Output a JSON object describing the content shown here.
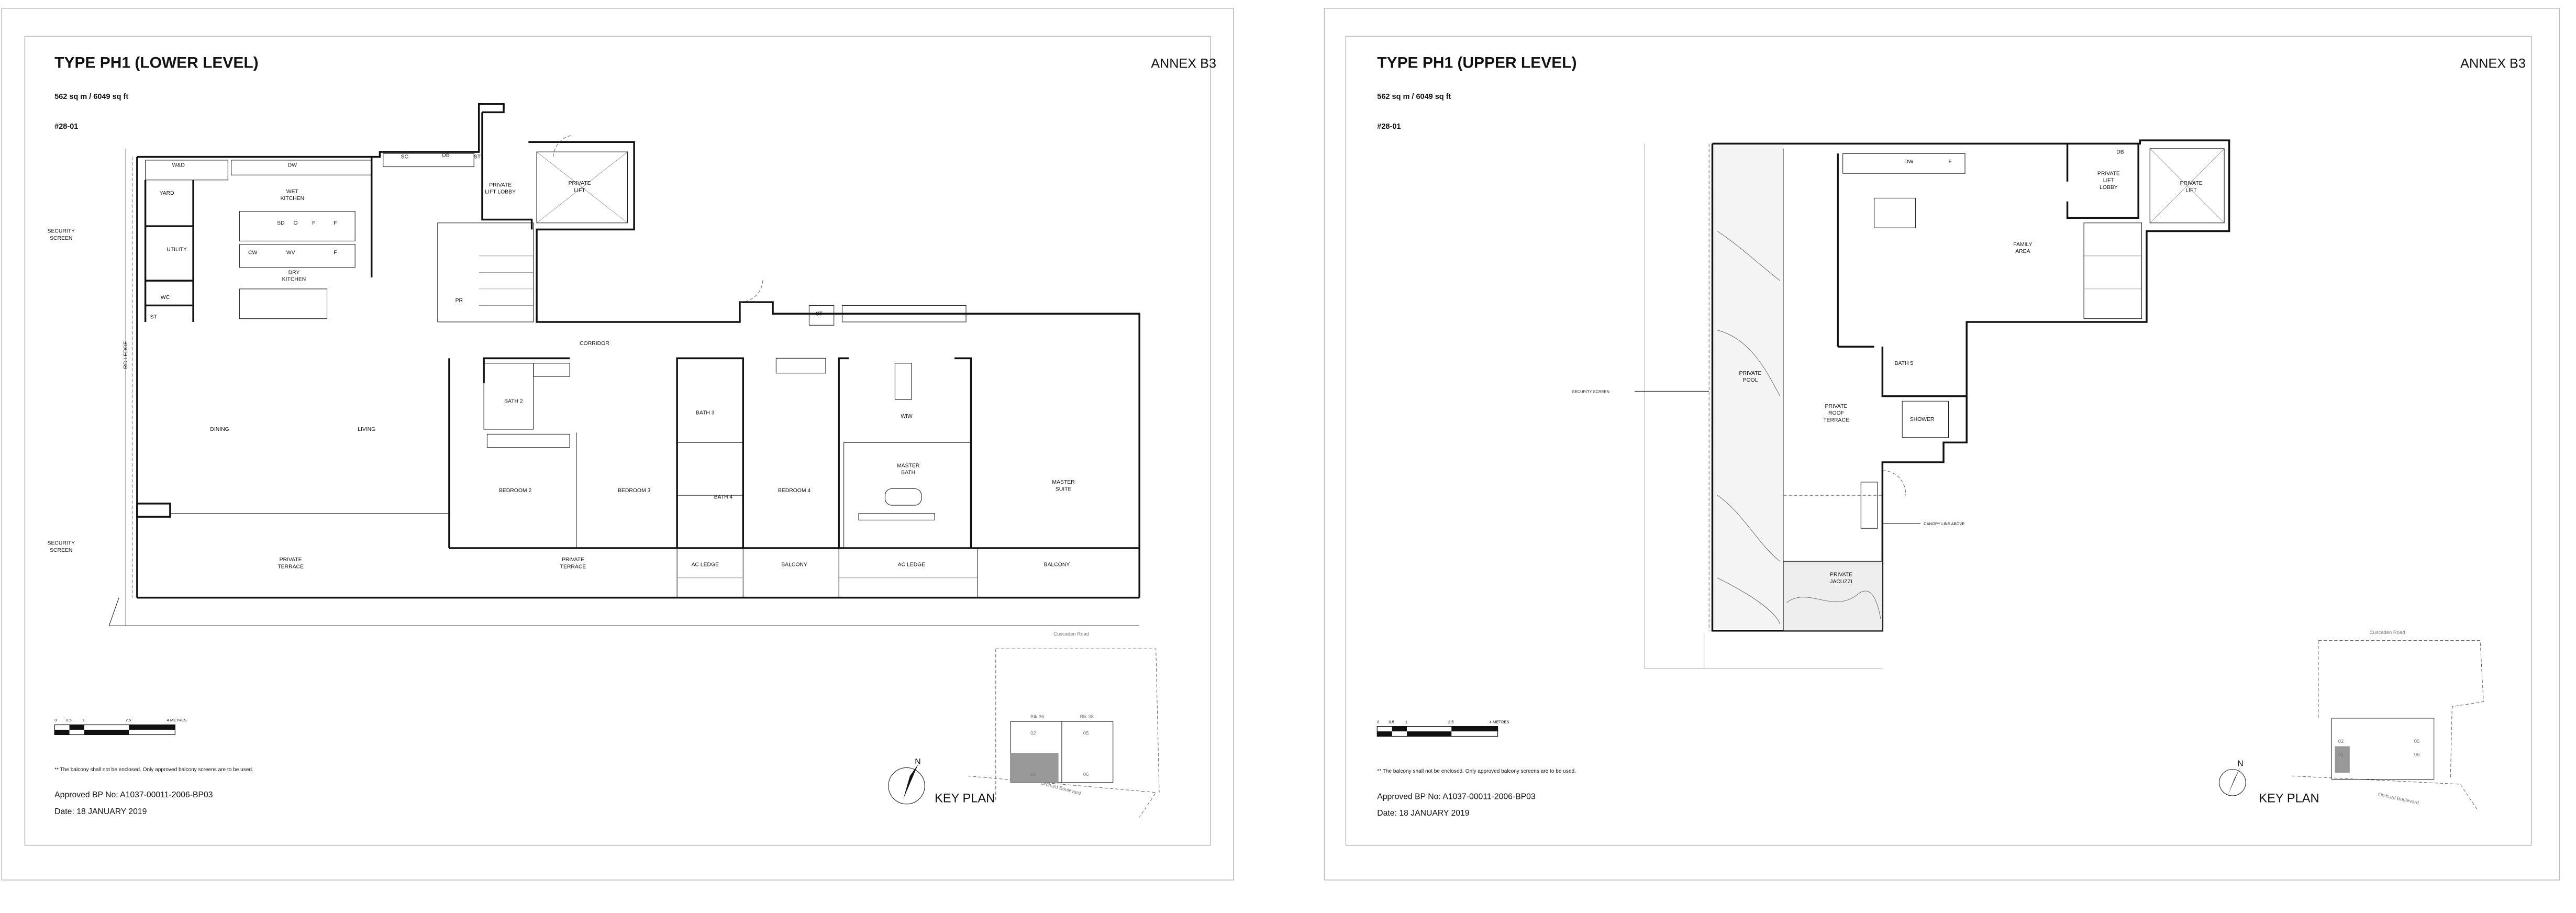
{
  "left": {
    "title": "TYPE PH1 (LOWER LEVEL)",
    "annex": "ANNEX B3",
    "area": "562 sq m / 6049 sq ft",
    "unit": "#28-01",
    "rooms": [
      {
        "lines": [
          "YARD"
        ]
      },
      {
        "lines": [
          "WET",
          "KITCHEN"
        ]
      },
      {
        "lines": [
          "UTILITY"
        ]
      },
      {
        "lines": [
          "DRY",
          "KITCHEN"
        ]
      },
      {
        "lines": [
          "WC"
        ]
      },
      {
        "lines": [
          "ST"
        ]
      },
      {
        "lines": [
          "PRIVATE",
          "LIFT LOBBY"
        ]
      },
      {
        "lines": [
          "PRIVATE",
          "LIFT"
        ]
      },
      {
        "lines": [
          "PR"
        ]
      },
      {
        "lines": [
          "SC"
        ]
      },
      {
        "lines": [
          "DB"
        ]
      },
      {
        "lines": [
          "ST"
        ]
      },
      {
        "lines": [
          "W&D"
        ]
      },
      {
        "lines": [
          "DW"
        ]
      },
      {
        "lines": [
          "SD"
        ]
      },
      {
        "lines": [
          "O"
        ]
      },
      {
        "lines": [
          "F"
        ]
      },
      {
        "lines": [
          "F"
        ]
      },
      {
        "lines": [
          "CW"
        ]
      },
      {
        "lines": [
          "WV"
        ]
      },
      {
        "lines": [
          "F"
        ]
      },
      {
        "lines": [
          "CORRIDOR"
        ]
      },
      {
        "lines": [
          "DINING"
        ]
      },
      {
        "lines": [
          "LIVING"
        ]
      },
      {
        "lines": [
          "BATH 2"
        ]
      },
      {
        "lines": [
          "BATH 3"
        ]
      },
      {
        "lines": [
          "WIW"
        ]
      },
      {
        "lines": [
          "BEDROOM 2"
        ]
      },
      {
        "lines": [
          "BEDROOM 3"
        ]
      },
      {
        "lines": [
          "BATH 4"
        ]
      },
      {
        "lines": [
          "BEDROOM 4"
        ]
      },
      {
        "lines": [
          "MASTER",
          "BATH"
        ]
      },
      {
        "lines": [
          "MASTER",
          "SUITE"
        ]
      },
      {
        "lines": [
          "PRIVATE",
          "TERRACE"
        ]
      },
      {
        "lines": [
          "PRIVATE",
          "TERRACE"
        ]
      },
      {
        "lines": [
          "AC LEDGE"
        ]
      },
      {
        "lines": [
          "BALCONY"
        ]
      },
      {
        "lines": [
          "AC LEDGE"
        ]
      },
      {
        "lines": [
          "BALCONY"
        ]
      },
      {
        "lines": [
          "ST"
        ]
      },
      {
        "lines": [
          "SECURITY",
          "SCREEN"
        ]
      },
      {
        "lines": [
          "SECURITY",
          "SCREEN"
        ]
      }
    ],
    "rc_ledge": "RC LEDGE",
    "scale_labels": [
      "0",
      "0.5",
      "1",
      "2.5",
      "4 METRES"
    ],
    "note": "** The balcony shall not be enclosed. Only approved balcony screens are to be used.",
    "approved": "Approved BP No: A1037-00011-2006-BP03",
    "date": "Date: 18 JANUARY 2019",
    "key_plan": {
      "label": "KEY PLAN",
      "road_top": "Cuscaden Road",
      "road_bottom": "Orchard Boulevard",
      "blocks": [
        "Blk 36",
        "Blk 38"
      ],
      "units": [
        "02",
        "05",
        "01",
        "06"
      ],
      "north": "N"
    }
  },
  "right": {
    "title": "TYPE PH1 (UPPER LEVEL)",
    "annex": "ANNEX B3",
    "area": "562 sq m / 6049 sq ft",
    "unit": "#28-01",
    "rooms": [
      {
        "lines": [
          "FAMILY",
          "AREA"
        ]
      },
      {
        "lines": [
          "PRIVATE",
          "LIFT",
          "LOBBY"
        ]
      },
      {
        "lines": [
          "PRIVATE",
          "LIFT"
        ]
      },
      {
        "lines": [
          "BATH 5"
        ]
      },
      {
        "lines": [
          "PRIVATE",
          "POOL"
        ]
      },
      {
        "lines": [
          "PRIVATE",
          "ROOF",
          "TERRACE"
        ]
      },
      {
        "lines": [
          "SHOWER"
        ]
      },
      {
        "lines": [
          "PRIVATE",
          "JACUZZI"
        ]
      },
      {
        "lines": [
          "DW"
        ]
      },
      {
        "lines": [
          "F"
        ]
      },
      {
        "lines": [
          "DB"
        ]
      }
    ],
    "security_screen": "SECURITY SCREEN",
    "canopy": "CANOPY LINE ABOVE",
    "scale_labels": [
      "0",
      "0.5",
      "1",
      "2.5",
      "4 METRES"
    ],
    "note": "** The balcony shall not be enclosed. Only approved balcony screens are to be used.",
    "approved": "Approved BP No: A1037-00011-2006-BP03",
    "date": "Date: 18 JANUARY 2019",
    "key_plan": {
      "label": "KEY PLAN",
      "road_top": "Cuscaden Road",
      "road_bottom": "Orchard Boulevard",
      "units": [
        "02",
        "05",
        "01",
        "06"
      ],
      "north": "N"
    }
  },
  "colors": {
    "line": "#111111",
    "frame": "#bbbbbb",
    "highlight": "#999999"
  }
}
